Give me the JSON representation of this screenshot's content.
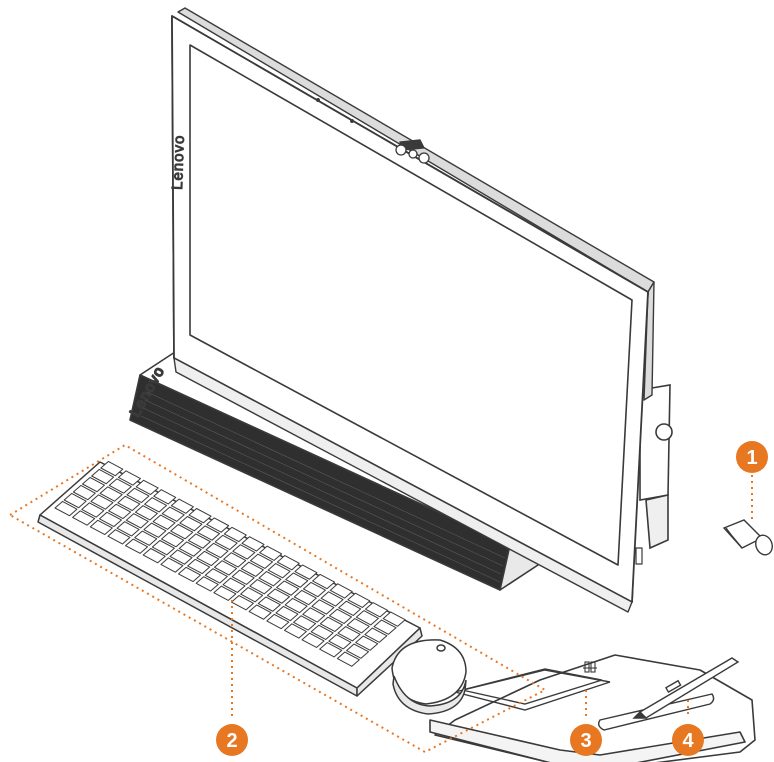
{
  "brand": "Lenovo",
  "accent_color": "#E87722",
  "line_color": "#3a3a3a",
  "callouts": [
    {
      "number": "1",
      "icon": "usb-dongle-icon"
    },
    {
      "number": "2",
      "icon": "keyboard-mouse-icon"
    },
    {
      "number": "3",
      "icon": "wireless-charging-pad-icon"
    },
    {
      "number": "4",
      "icon": "pen-icon"
    }
  ]
}
